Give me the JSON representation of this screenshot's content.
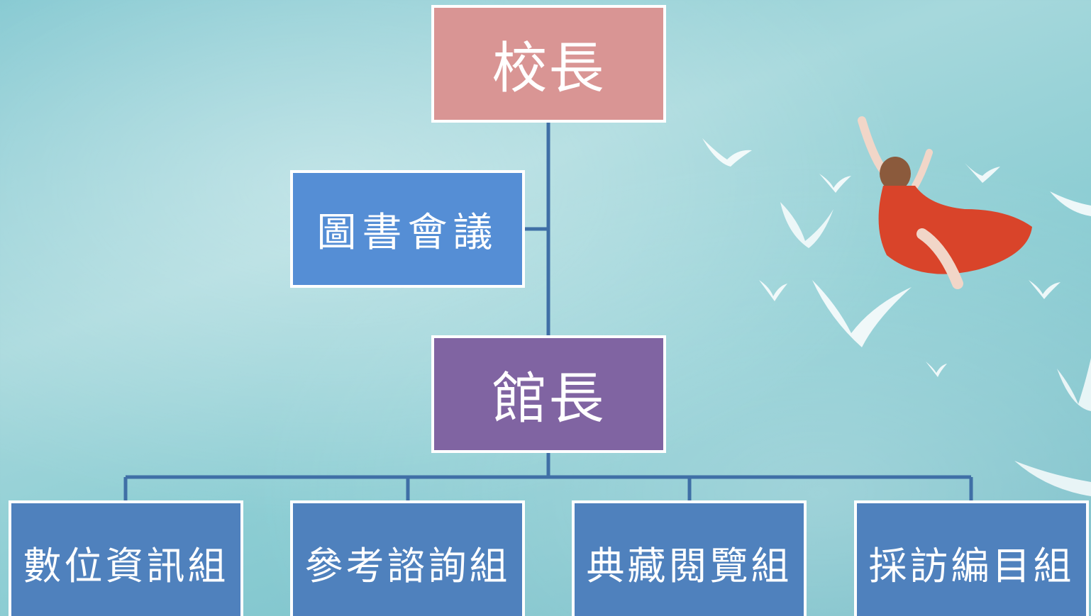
{
  "chart": {
    "nodes": {
      "principal": "校長",
      "committee": "圖書會議",
      "director": "館長",
      "groups": [
        "數位資訊組",
        "參考諮詢組",
        "典藏閱覽組",
        "採訪編目組"
      ]
    }
  },
  "colors": {
    "principal": "#d99594",
    "committee": "#558ed5",
    "director": "#8064a2",
    "groups": "#4f81bd",
    "connector": "#3f6fa6",
    "background": "#8ccdd3"
  },
  "decoration": {
    "figure": "woman-in-red-dress-flying",
    "birds": "white-doves-icon"
  }
}
